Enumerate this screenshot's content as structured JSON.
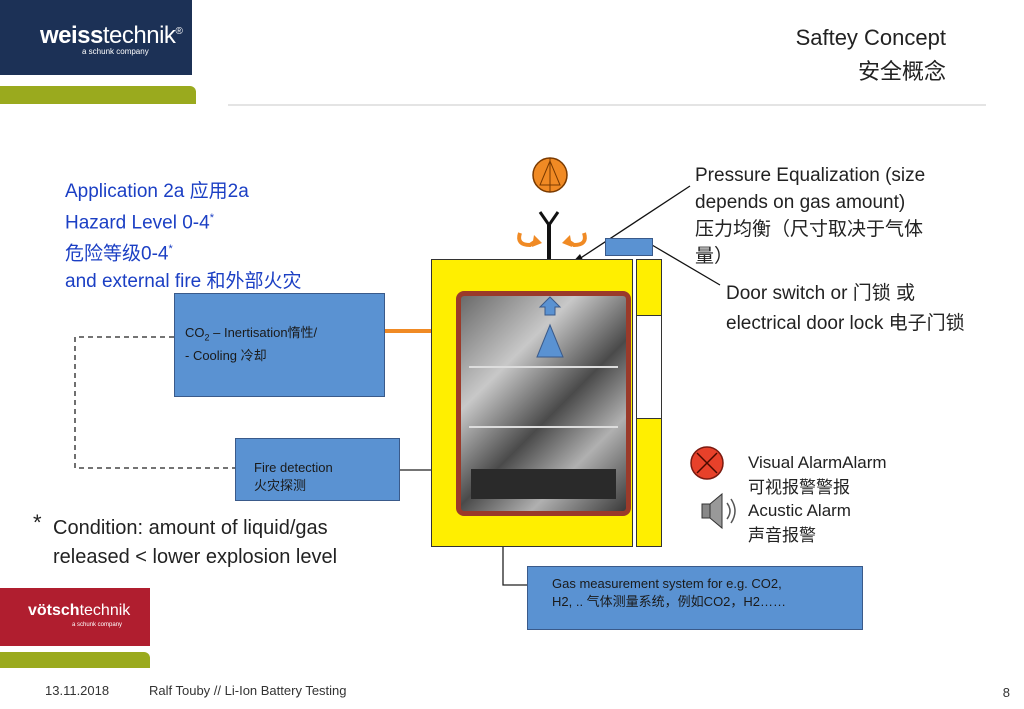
{
  "brand": {
    "top_name_bold": "weiss",
    "top_name_light": "technik",
    "top_reg": "®",
    "top_sub": "a schunk company",
    "bottom_name_bold": "vötsch",
    "bottom_name_light": "technik",
    "bottom_sub": "a schunk company"
  },
  "title": {
    "en": "Saftey Concept",
    "cn": "安全概念"
  },
  "application": {
    "line1": "Application 2a 应用2a",
    "line2_prefix": "Hazard Level 0-4",
    "line3_prefix": "危险等级0-4",
    "line4": "and external fire 和外部火灾",
    "asterisk": "*"
  },
  "boxes": {
    "co2_line1_prefix": "CO",
    "co2_sub": "2",
    "co2_line1_suffix": " – Inertisation惰性/",
    "co2_line2": "- Cooling 冷却",
    "fire_line1": "Fire detection",
    "fire_line2": "火灾探测",
    "gas_line1": "Gas measurement system for e.g. CO2,",
    "gas_line2": "H2, .. 气体测量系统，例如CO2，H2……"
  },
  "labels": {
    "pressure_line1": "Pressure Equalization (size",
    "pressure_line2": "depends on gas amount)",
    "pressure_line3": "压力均衡（尺寸取决于气体",
    "pressure_line4": "量）",
    "door_line1": "Door switch or 门锁 或",
    "door_line2": "electrical door lock 电子门锁",
    "visual_line1": "Visual AlarmAlarm",
    "visual_line2": "可视报警警报",
    "acoustic_line1": "Acustic Alarm",
    "acoustic_line2": "声音报警"
  },
  "condition": {
    "star": "*",
    "line1": "Condition: amount of liquid/gas",
    "line2": "released < lower explosion level"
  },
  "footer": {
    "date": "13.11.2018",
    "author": "Ralf Touby // Li-Ion Battery  Testing",
    "page": "8"
  },
  "colors": {
    "navy": "#1c3156",
    "green": "#9aaa1e",
    "red_brand": "#b01e2f",
    "box_blue": "#5a92d2",
    "text_blue": "#1b3fc4",
    "yellow": "#ffef00",
    "orange": "#f08a24",
    "alarm_red": "#e8412a"
  }
}
